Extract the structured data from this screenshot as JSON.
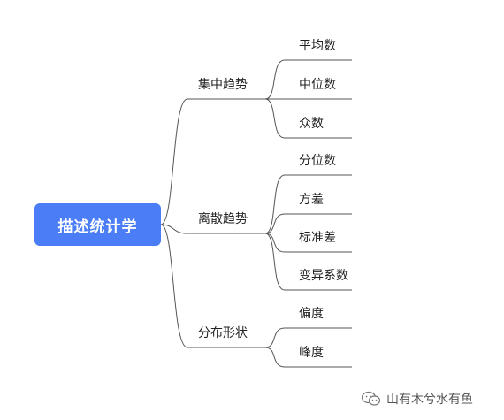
{
  "root": {
    "label": "描述统计学"
  },
  "branches": [
    {
      "label": "集中趋势",
      "leaves": [
        "平均数",
        "中位数",
        "众数"
      ]
    },
    {
      "label": "离散趋势",
      "leaves": [
        "分位数",
        "方差",
        "标准差",
        "变异系数"
      ]
    },
    {
      "label": "分布形状",
      "leaves": [
        "偏度",
        "峰度"
      ]
    }
  ],
  "watermark": {
    "text": "山有木兮水有鱼",
    "icon": "wechat-icon"
  },
  "colors": {
    "root_bg": "#4a7df6",
    "line": "#555555",
    "text": "#222222"
  }
}
